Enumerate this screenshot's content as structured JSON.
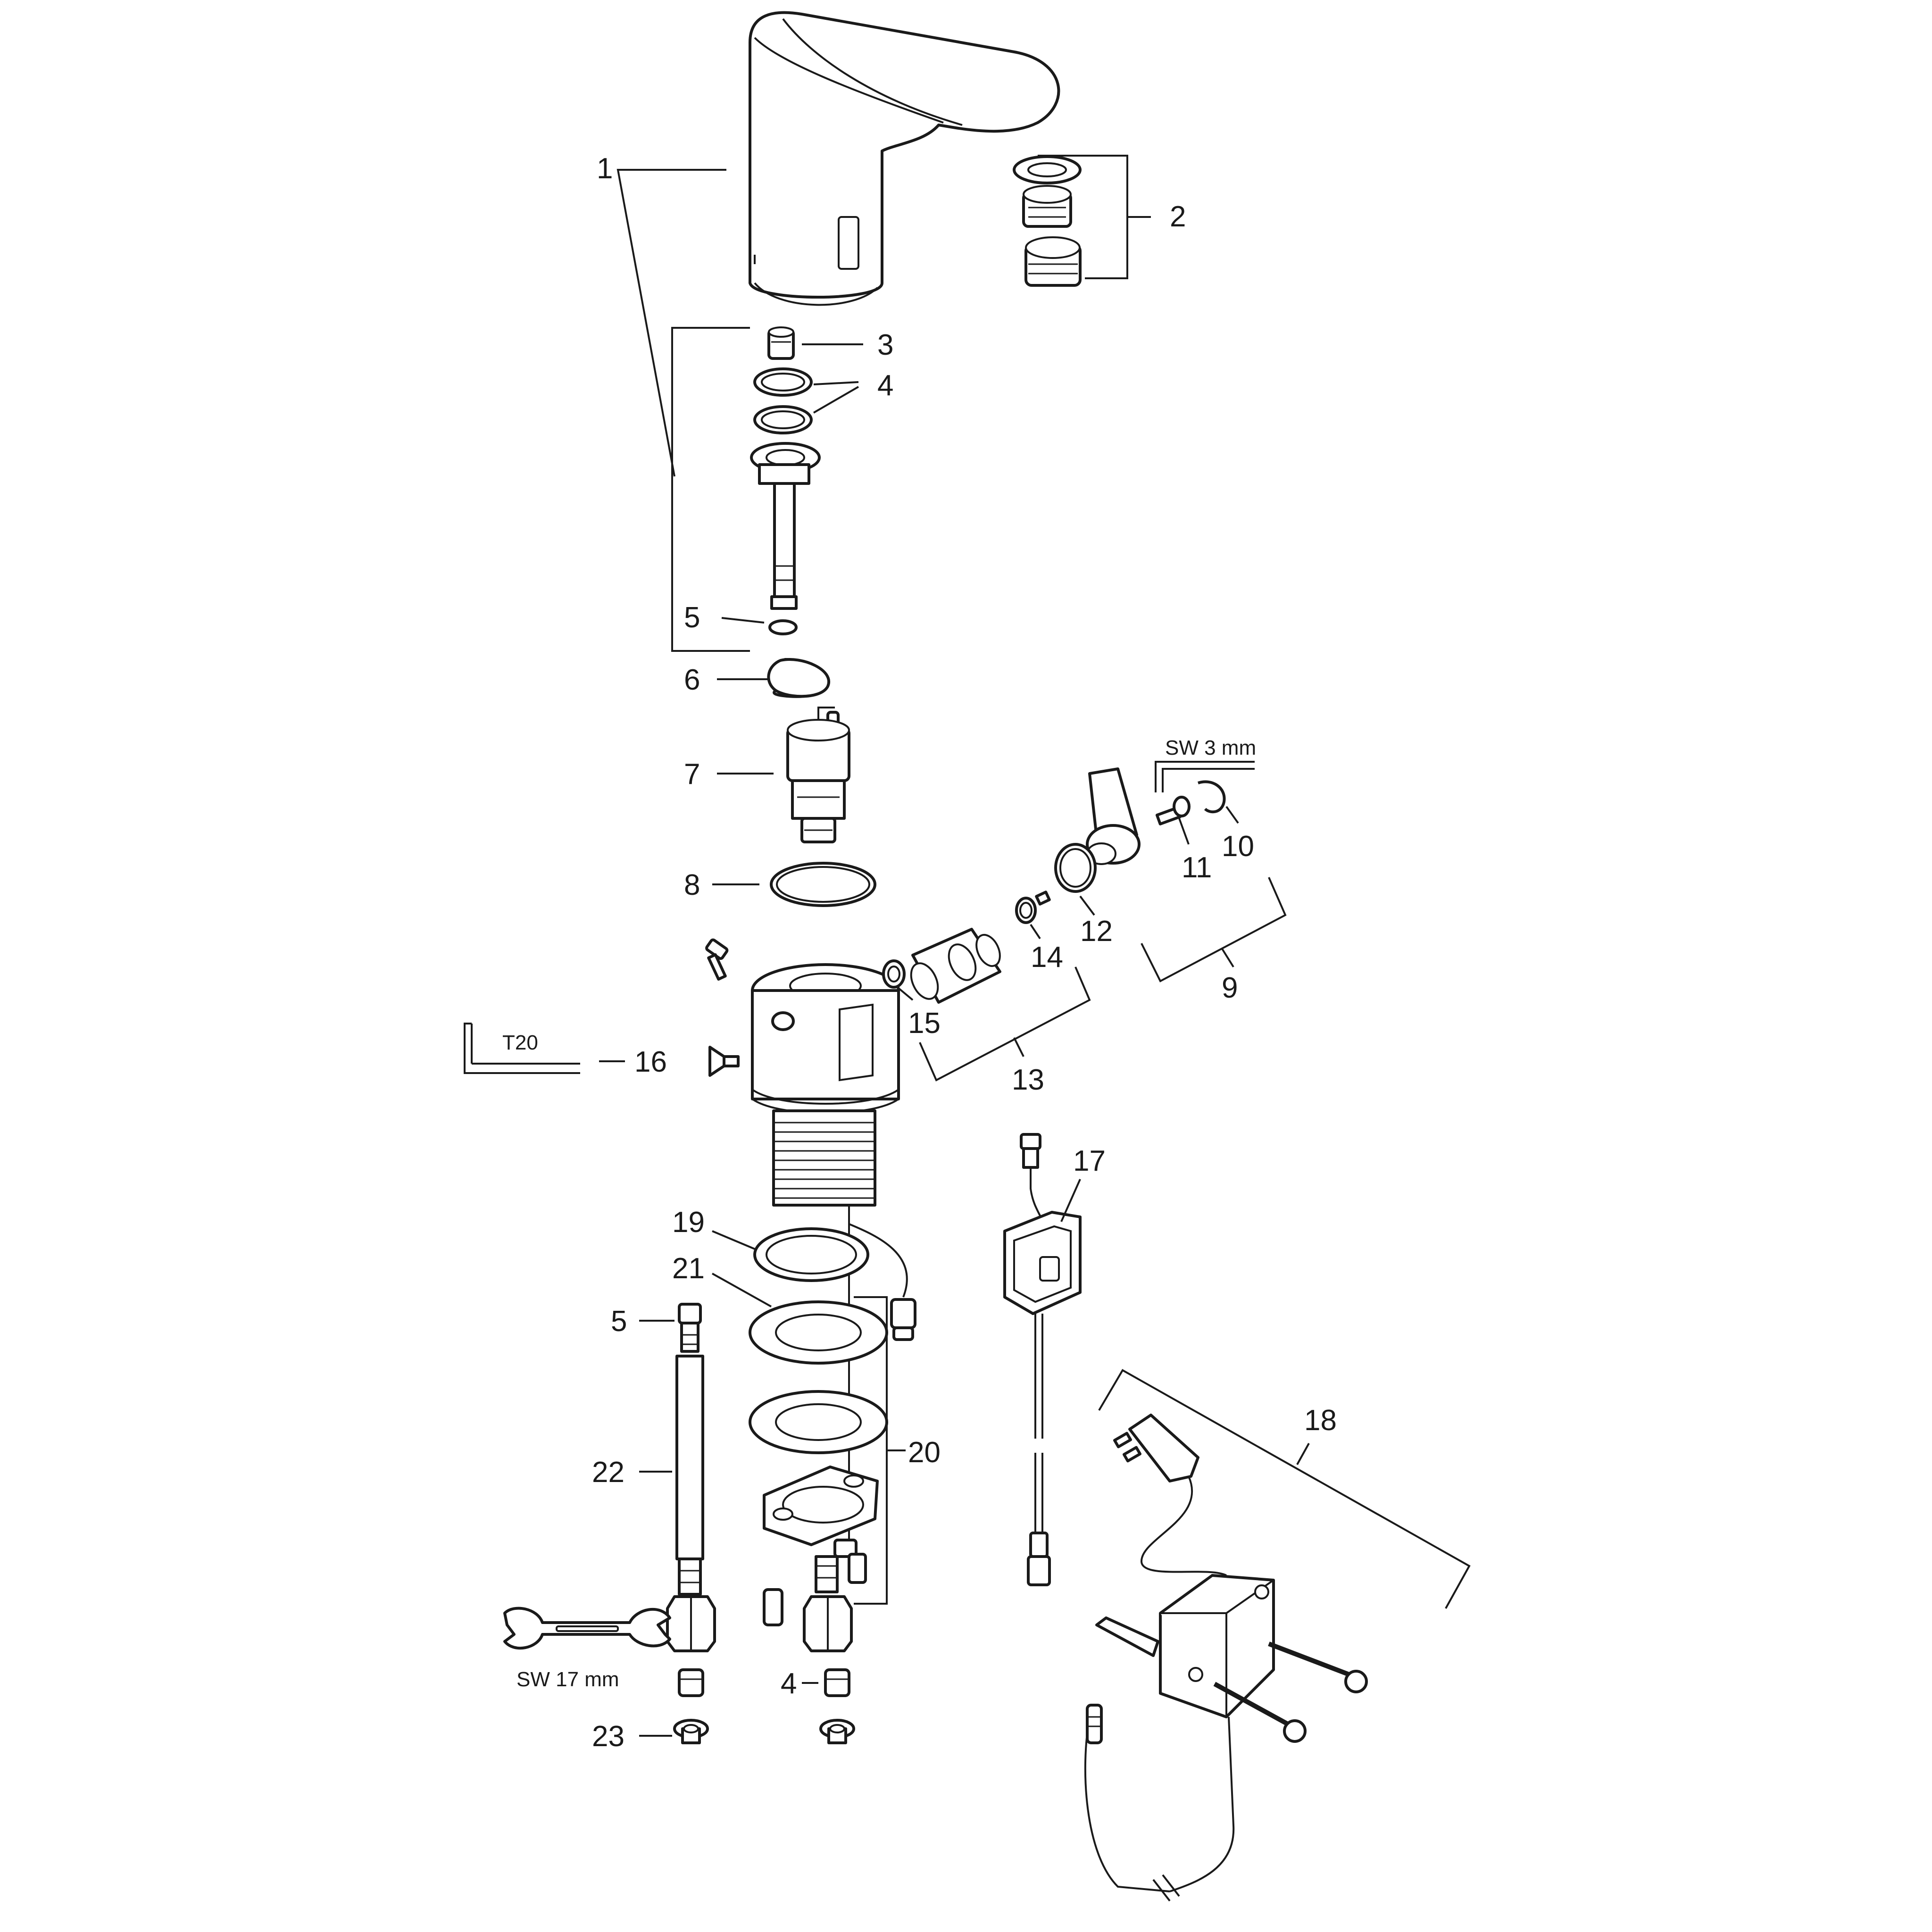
{
  "diagram": {
    "labels": {
      "p1": "1",
      "p2": "2",
      "p3": "3",
      "p4a": "4",
      "p5a": "5",
      "p6": "6",
      "p7": "7",
      "p8": "8",
      "p9": "9",
      "p10": "10",
      "p11": "11",
      "p12": "12",
      "p13": "13",
      "p14": "14",
      "p15": "15",
      "p16": "16",
      "p17": "17",
      "p18": "18",
      "p19": "19",
      "p20": "20",
      "p21": "21",
      "p22": "22",
      "p23": "23",
      "p5b": "5",
      "p4b": "4"
    },
    "tools": {
      "hex_key_small": "SW 3 mm",
      "torx_key": "T20",
      "wrench": "SW 17 mm"
    }
  }
}
